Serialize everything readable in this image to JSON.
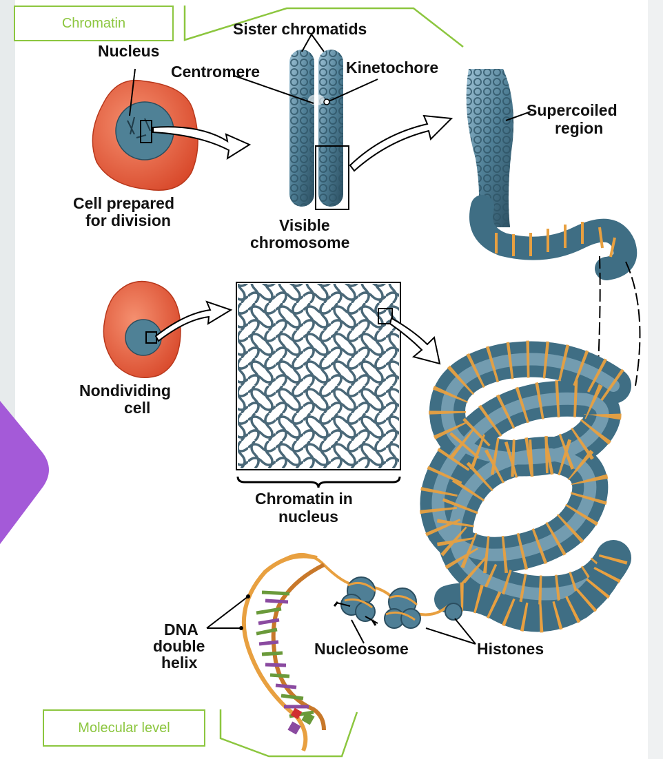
{
  "callouts": {
    "chromatin": "Chromatin",
    "molecular_level": "Molecular level"
  },
  "labels": {
    "sister_chromatids": "Sister chromatids",
    "nucleus": "Nucleus",
    "centromere": "Centromere",
    "kinetochore": "Kinetochore",
    "supercoiled_1": "Supercoiled",
    "supercoiled_2": "region",
    "cell_prepared_1": "Cell prepared",
    "cell_prepared_2": "for division",
    "visible_1": "Visible",
    "visible_2": "chromosome",
    "nondividing_1": "Nondividing",
    "nondividing_2": "cell",
    "chromatin_nucleus_1": "Chromatin in",
    "chromatin_nucleus_2": "nucleus",
    "dna_1": "DNA",
    "dna_2": "double",
    "dna_3": "helix",
    "nucleosome": "Nucleosome",
    "histones": "Histones"
  },
  "colors": {
    "callout_border": "#8cc63f",
    "callout_text": "#8cc63f",
    "cell": "#e8603c",
    "chromatin_blue": "#4f7f96",
    "dna_orange": "#e8a040",
    "accent_purple": "#a45ad8"
  }
}
